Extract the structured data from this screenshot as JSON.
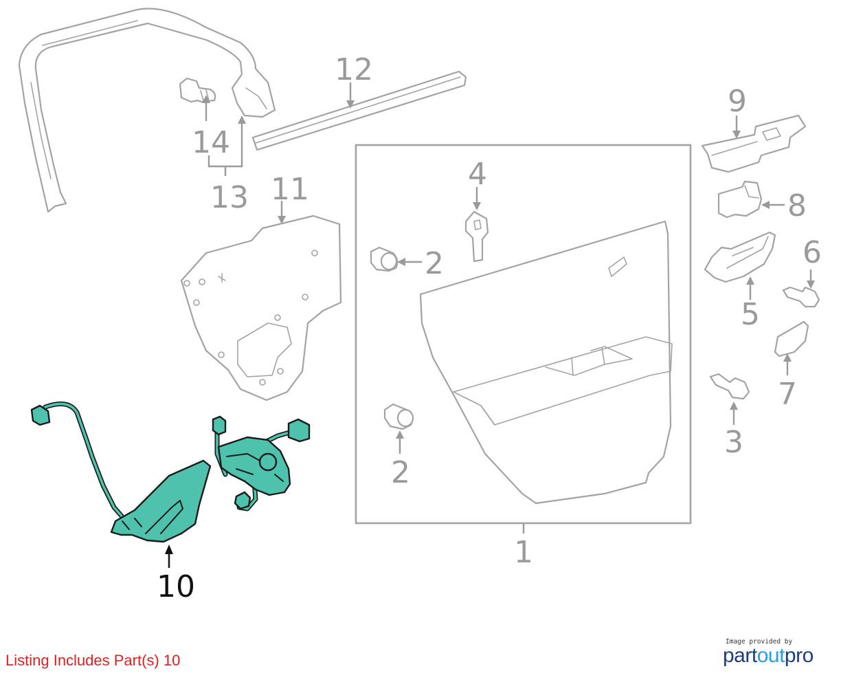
{
  "diagram": {
    "callouts": {
      "c1": "1",
      "c2a": "2",
      "c2b": "2",
      "c3": "3",
      "c4": "4",
      "c5": "5",
      "c6": "6",
      "c7": "7",
      "c8": "8",
      "c9": "9",
      "c10": "10",
      "c11": "11",
      "c12": "12",
      "c13": "13",
      "c14": "14"
    },
    "highlighted_part": "10",
    "colors": {
      "highlight": "#4fc2ad",
      "part_outline": "#a3a3a3",
      "callout_text": "#9a9a9a",
      "caption": "#e02020"
    }
  },
  "caption": {
    "listing": "Listing Includes Part(s) 10"
  },
  "brand": {
    "tagline": "Image provided by",
    "name_part1": "part",
    "name_part2": "out",
    "name_part3": "pro"
  }
}
